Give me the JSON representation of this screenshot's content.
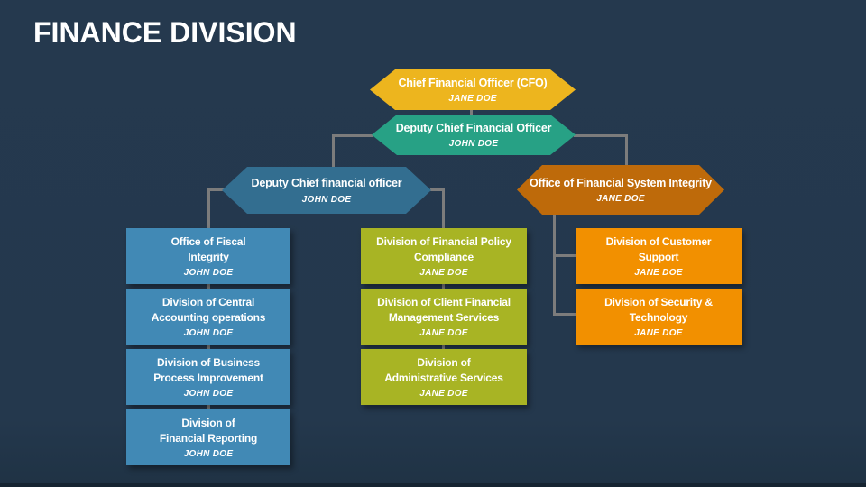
{
  "slide": {
    "title": "FINANCE DIVISION"
  },
  "palette": {
    "background": "#24384D",
    "title_text": "#FFFFFF",
    "node_text": "#FFFFFF",
    "connector": "#7C7C7C",
    "cfo_hexagon": "#EDB51E",
    "deputy_cfo_hexagon": "#27A185",
    "deputy_cfo_2_hexagon": "#336E90",
    "system_integrity_hexagon": "#BE6A0A",
    "left_column_box": "#4189B5",
    "middle_column_box": "#A8B424",
    "right_column_box": "#F29000"
  },
  "nodes": {
    "cfo": {
      "label": "Chief Financial Officer (CFO)",
      "person": "JANE DOE"
    },
    "deputy_cfo": {
      "label": "Deputy Chief Financial Officer",
      "person": "JOHN DOE"
    },
    "deputy_cfo_2": {
      "label": "Deputy Chief financial officer",
      "person": "JOHN DOE"
    },
    "system_integrity": {
      "label": "Office of Financial System Integrity",
      "person": "JANE DOE"
    },
    "left_column": [
      {
        "label": "Office of Fiscal\nIntegrity",
        "person": "JOHN DOE"
      },
      {
        "label": "Division of Central\nAccounting operations",
        "person": "JOHN DOE"
      },
      {
        "label": "Division of Business\nProcess Improvement",
        "person": "JOHN DOE"
      },
      {
        "label": "Division of\nFinancial Reporting",
        "person": "JOHN DOE"
      }
    ],
    "middle_column": [
      {
        "label": "Division of Financial Policy\nCompliance",
        "person": "JANE DOE"
      },
      {
        "label": "Division of Client Financial\nManagement Services",
        "person": "JANE DOE"
      },
      {
        "label": "Division of\nAdministrative Services",
        "person": "JANE DOE"
      }
    ],
    "right_column": [
      {
        "label": "Division of Customer\nSupport",
        "person": "JANE DOE"
      },
      {
        "label": "Division of Security &\nTechnology",
        "person": "JANE DOE"
      }
    ]
  }
}
